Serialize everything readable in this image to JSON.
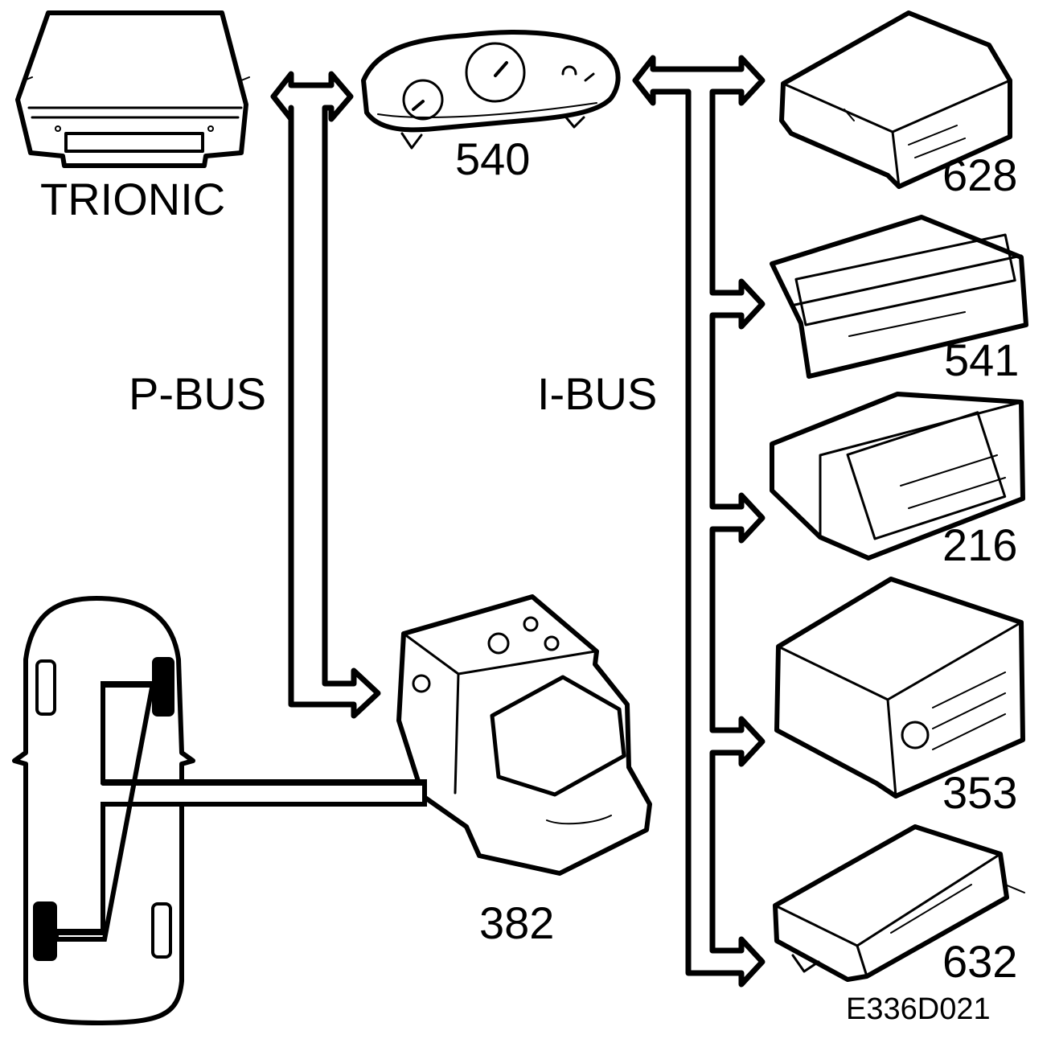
{
  "labels": {
    "trionic": "TRIONIC",
    "p_bus": "P-BUS",
    "i_bus": "I-BUS",
    "m540": "540",
    "m628": "628",
    "m541": "541",
    "m216": "216",
    "m353": "353",
    "m632": "632",
    "m382": "382",
    "figure_ref": "E336D021"
  }
}
